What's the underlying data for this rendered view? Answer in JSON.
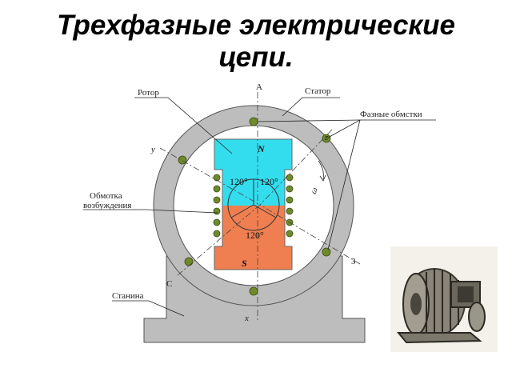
{
  "title": {
    "line1": "Трехфазные электрические",
    "line2": "цепи."
  },
  "diagram": {
    "labels": {
      "rotor": "Ротор",
      "stator": "Статор",
      "phase_windings": "Фазные обмстки",
      "excitation_line1": "Обмотка",
      "excitation_line2": "возбуждения",
      "frame": "Станина",
      "terminal_a": "A",
      "terminal_x": "x",
      "terminal_y": "y",
      "terminal_z": "z",
      "terminal_b": "З",
      "terminal_c": "C",
      "omega": "ω",
      "pole_n": "N",
      "pole_s": "S",
      "angle_left": "120°",
      "angle_right": "120°",
      "angle_bottom": "120°"
    },
    "colors": {
      "stator": "#bdbdbd",
      "north_pole": "#33ddee",
      "south_pole": "#ef7f50",
      "conductor": "#6f8a2a"
    }
  },
  "photo": {
    "icon": "electric-motor-photo"
  }
}
